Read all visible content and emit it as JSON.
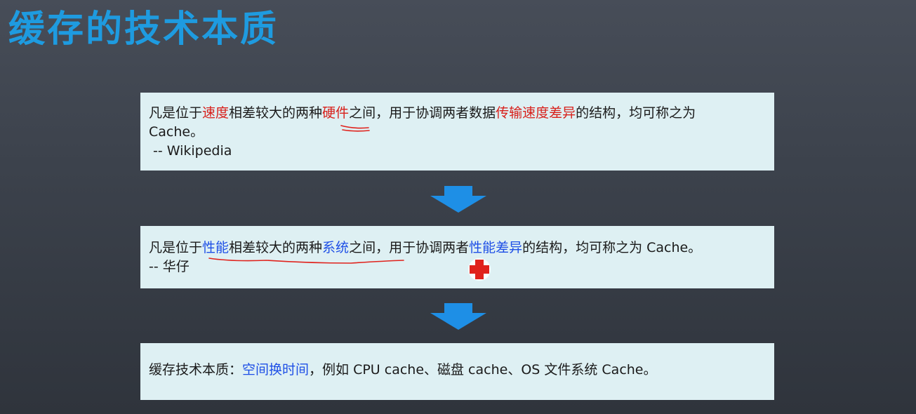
{
  "title": "缓存的技术本质",
  "box1": {
    "s1": "凡是位于",
    "h1": "速度",
    "s2": "相差较大的两种",
    "h2": "硬件",
    "s3": "之间，用于协调两者数据",
    "h3": "传输速度差异",
    "s4": "的结构，均可称之为",
    "s5": "Cache。",
    "source": "-- Wikipedia"
  },
  "box2": {
    "s1": "凡是位于",
    "h1": "性能",
    "s2": "相差较大的两种",
    "h2": "系统",
    "s3": "之间，用于协调两者",
    "h3": "性能差异",
    "s4": "的结构，均可称之为 Cache。",
    "source": "-- 华仔"
  },
  "box3": {
    "s1": "缓存技术本质：",
    "h1": "空间换时间",
    "s2": "，例如 CPU cache、磁盘 cache、OS 文件系统 Cache。"
  },
  "colors": {
    "title": "#1e9be0",
    "highlight_red": "#d8201b",
    "highlight_blue": "#1e4fe6",
    "arrow": "#1e8fe6",
    "box_bg": "#def0f3",
    "annotation": "#e0221c"
  },
  "icons": {
    "arrow": "down-arrow-icon",
    "cursor": "red-cross-cursor-icon"
  }
}
